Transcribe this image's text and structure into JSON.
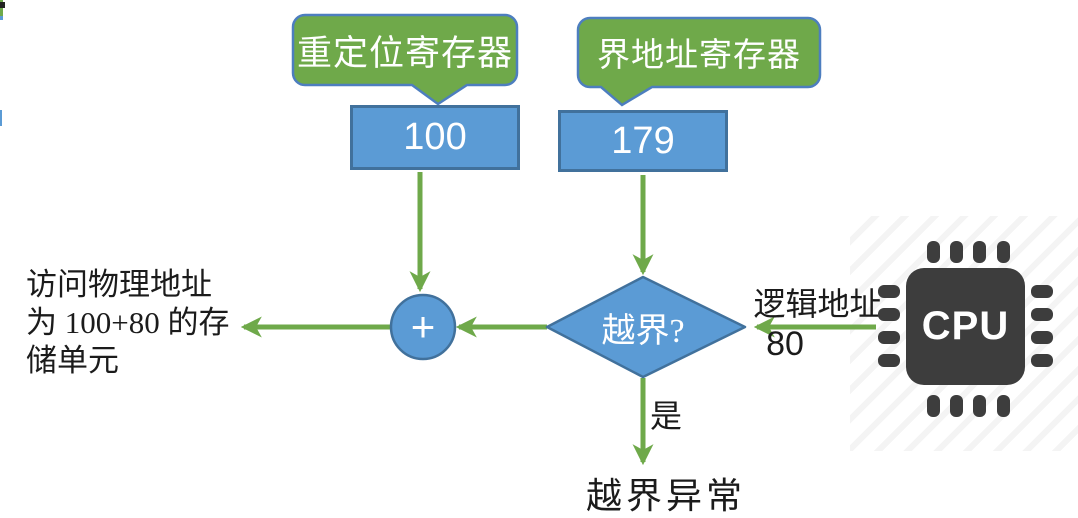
{
  "colors": {
    "green": "#6fa94a",
    "arrow-green": "#6fa94a",
    "blue-fill": "#5b9bd5",
    "blue-border": "#41719c",
    "bubble-border": "#4d7ebf",
    "cpu-dark": "#3d3d3d",
    "ink": "#1b1b1b"
  },
  "callouts": {
    "relocation": "重定位寄存器",
    "limit": "界地址寄存器"
  },
  "registers": {
    "relocation_value": "100",
    "limit_value": "179"
  },
  "adder_symbol": "+",
  "decision_label": "越界?",
  "cpu_label": "CPU",
  "logical_address": {
    "label": "逻辑地址",
    "value": "80"
  },
  "result_text": {
    "line1": "访问物理地址",
    "line2": "为 100+80 的存",
    "line3": "储单元"
  },
  "branch_yes_label": "是",
  "exception_label": "越界异常"
}
